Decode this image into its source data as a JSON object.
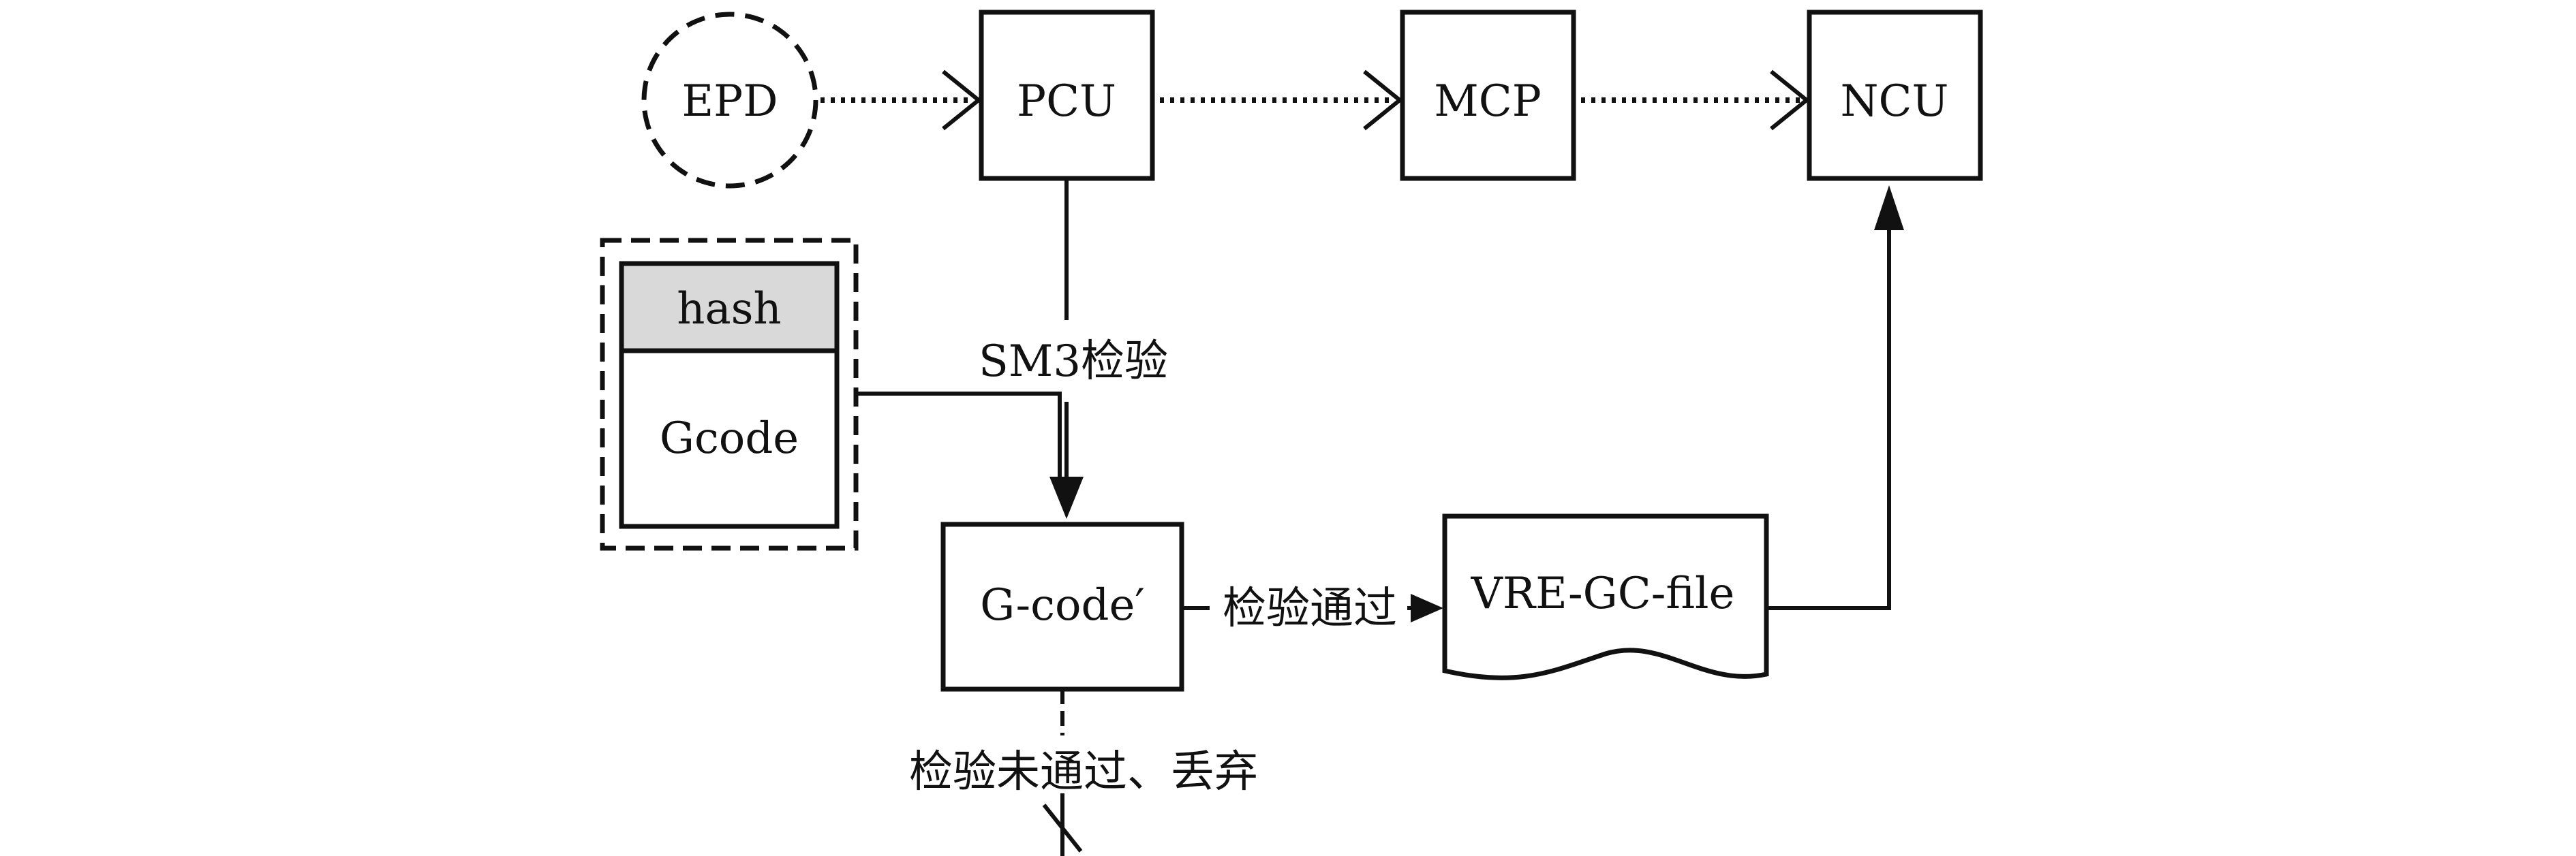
{
  "nodes": {
    "epd": "EPD",
    "pcu": "PCU",
    "mcp": "MCP",
    "ncu": "NCU",
    "hash": "hash",
    "gcode": "Gcode",
    "gcode_prime": "G-code′",
    "vre_file": "VRE-GC-file"
  },
  "edges": {
    "sm3_check": "SM3检验",
    "check_passed": "检验通过",
    "check_failed": "检验未通过、丢弃"
  },
  "colors": {
    "stroke": "#111111",
    "hash_fill": "#d9d9d9",
    "background": "#ffffff"
  }
}
